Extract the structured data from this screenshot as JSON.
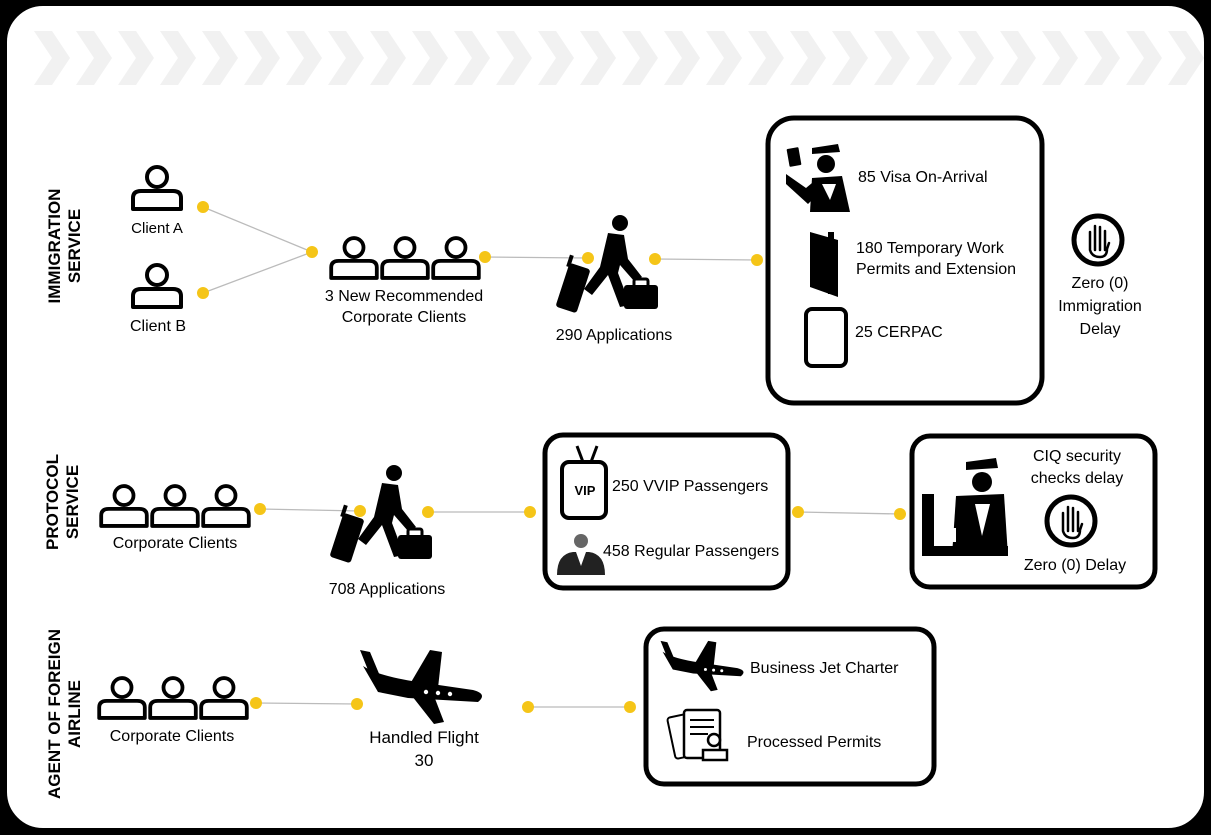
{
  "immigration": {
    "section_label": [
      "IMMIGRATION",
      "SERVICE"
    ],
    "client_a": "Client A",
    "client_b": "Client B",
    "new_clients": [
      "3 New Recommended",
      "Corporate Clients"
    ],
    "applications": "290 Applications",
    "visa": "85 Visa On-Arrival",
    "permits": [
      "180 Temporary Work",
      "Permits and Extension"
    ],
    "cerpac": "25 CERPAC",
    "delay": [
      "Zero (0)",
      "Immigration",
      "Delay"
    ]
  },
  "protocol": {
    "section_label": [
      "PROTOCOL",
      "SERVICE"
    ],
    "clients": "Corporate Clients",
    "applications": "708 Applications",
    "vvip": "250 VVIP Passengers",
    "regular": "458 Regular Passengers",
    "ciq": [
      "CIQ security",
      "checks delay"
    ],
    "delay": "Zero (0) Delay"
  },
  "agent": {
    "section_label": [
      "AGENT OF FOREIGN",
      "AIRLINE"
    ],
    "clients": "Corporate Clients",
    "flight": [
      "Handled Flight",
      "30"
    ],
    "charter": "Business Jet Charter",
    "permits": "Processed Permits"
  },
  "icons": {
    "person": "person-icon",
    "group": "people-group-icon",
    "traveler": "traveler-with-luggage-icon",
    "officer": "immigration-officer-icon",
    "door": "door-icon",
    "card": "cerpac-card-icon",
    "stop": "stop-hand-icon",
    "vip": "vip-badge-icon",
    "businessman": "businessman-icon",
    "security": "security-officer-icon",
    "plane": "airplane-icon",
    "document": "permit-document-icon"
  },
  "colors": {
    "accent": "#F5C518",
    "line": "#BBBBBB",
    "frame": "#000000",
    "panel": "#FFFFFF"
  }
}
